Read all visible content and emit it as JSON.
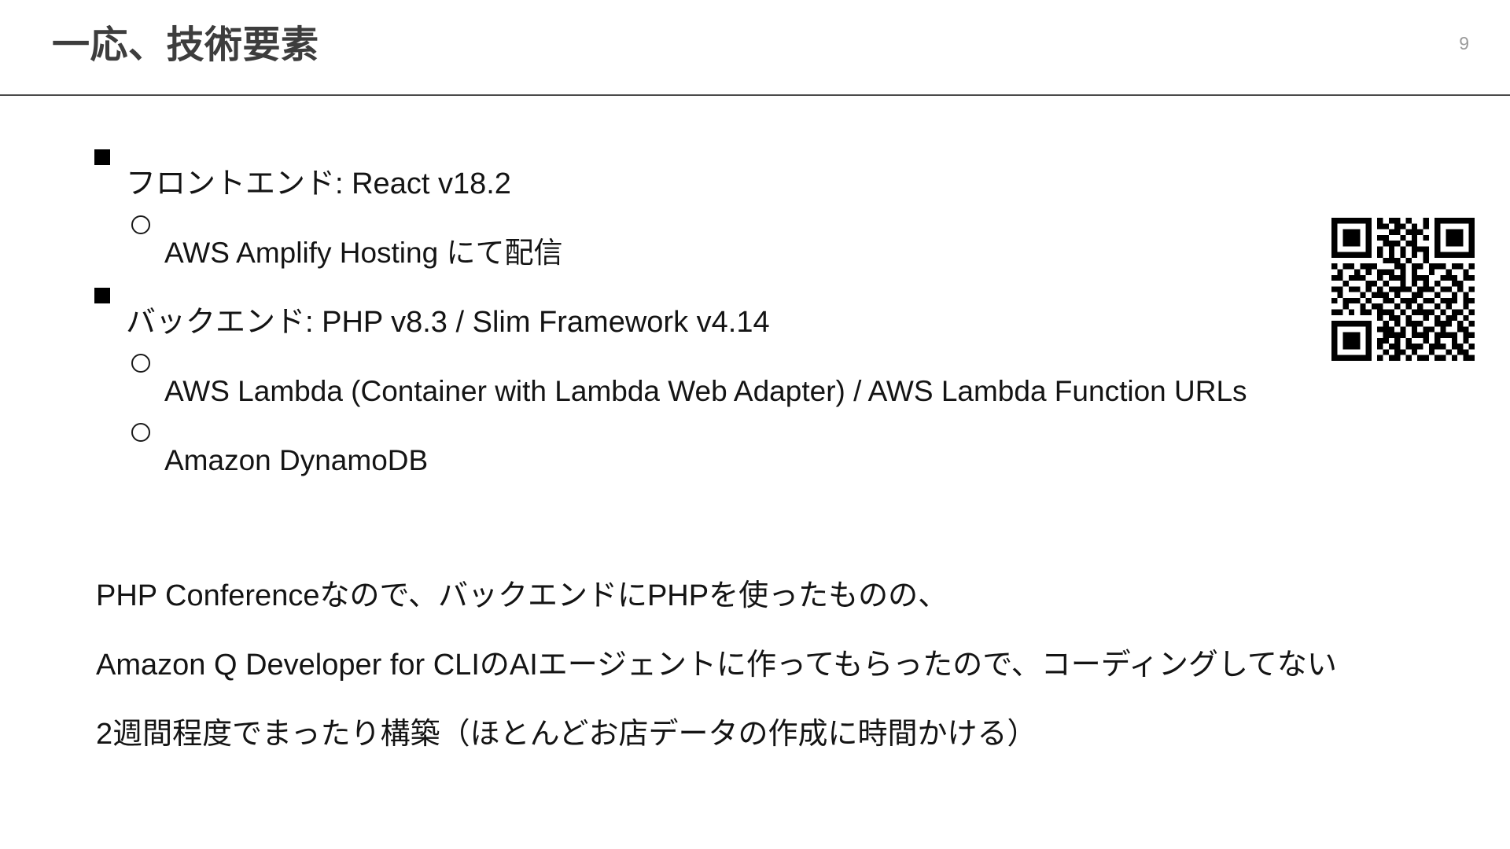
{
  "slide": {
    "page_number": "9",
    "title": "一応、技術要素",
    "colors": {
      "title": "#3d3d3d",
      "body_text": "#141414",
      "page_number": "#9a9a9a",
      "rule": "#4a4a4a",
      "background": "#ffffff",
      "marker": "#000000"
    }
  },
  "bullets": [
    {
      "level": 1,
      "marker": "filled-square",
      "text": "フロントエンド: React v18.2"
    },
    {
      "level": 2,
      "marker": "hollow-circle",
      "text": "AWS Amplify Hosting にて配信"
    },
    {
      "level": 1,
      "marker": "filled-square",
      "text": "バックエンド: PHP v8.3 / Slim Framework v4.14"
    },
    {
      "level": 2,
      "marker": "hollow-circle",
      "text": "AWS Lambda (Container with Lambda Web Adapter) / AWS Lambda Function URLs"
    },
    {
      "level": 2,
      "marker": "hollow-circle",
      "text": "Amazon DynamoDB"
    }
  ],
  "note_lines": [
    "PHP Conferenceなので、バックエンドにPHPを使ったものの、",
    "Amazon Q Developer for CLIのAIエージェントに作ってもらったので、コーディングしてない",
    "2週間程度でまったり構築（ほとんどお店データの作成に時間かける）"
  ],
  "qr_code": {
    "name": "qr-code",
    "modules": 25,
    "matrix": [
      "1111111010110100101111111",
      "1000001011011010101000001",
      "1011101000110111001011101",
      "1011101011001010101011101",
      "1011101001110110001011101",
      "1000001010101011101000001",
      "1111111010101010101111111",
      "0000000001110100100000000",
      "1011011100011011011101101",
      "0100101011101010010010010",
      "1101110010111011100111011",
      "0010001101001010101001100",
      "1101101010111101110110101",
      "0100010111010011001001010",
      "1011101001101110110111011",
      "0010010110010101001010010",
      "1101011011101011110101101",
      "0000000010110100101011010",
      "1111111001010111001110101",
      "1000001011101010110100110",
      "1011101001111011101111011",
      "1011101011010100101001010",
      "1011101010110111011101101",
      "1000001001011010010010110",
      "1111111010110101101101011"
    ]
  }
}
